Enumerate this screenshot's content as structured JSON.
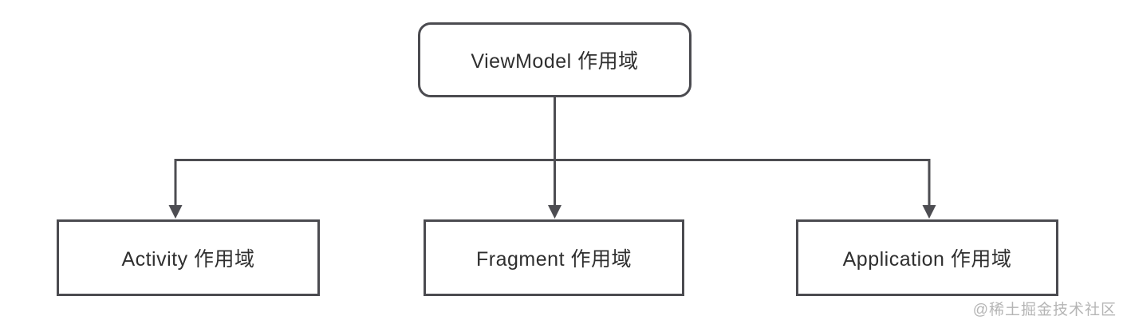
{
  "diagram": {
    "type": "tree",
    "direction": "top-down",
    "nodes": [
      {
        "id": "viewmodel",
        "label": "ViewModel 作用域",
        "shape": "rounded-rectangle",
        "role": "root"
      },
      {
        "id": "activity",
        "label": "Activity 作用域",
        "shape": "rectangle",
        "role": "child"
      },
      {
        "id": "fragment",
        "label": "Fragment 作用域",
        "shape": "rectangle",
        "role": "child"
      },
      {
        "id": "application",
        "label": "Application 作用域",
        "shape": "rectangle",
        "role": "child"
      }
    ],
    "edges": [
      {
        "from": "viewmodel",
        "to": "activity",
        "arrow": "filled-triangle"
      },
      {
        "from": "viewmodel",
        "to": "fragment",
        "arrow": "filled-triangle"
      },
      {
        "from": "viewmodel",
        "to": "application",
        "arrow": "filled-triangle"
      }
    ],
    "colors": {
      "background": "#ffffff",
      "box_border": "#4b4b50",
      "box_fill": "#ffffff",
      "line": "#4d4d52",
      "text": "#2f2f2f"
    }
  },
  "watermark": {
    "text": "@稀土掘金技术社区",
    "color": "#b5b5b5"
  }
}
